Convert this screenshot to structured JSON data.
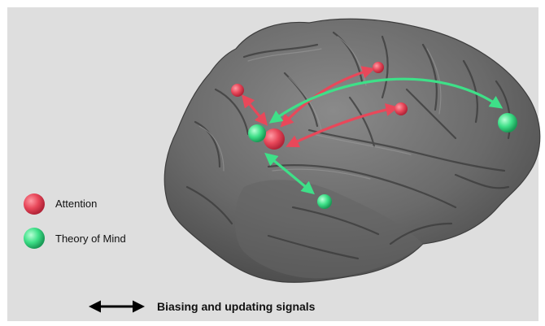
{
  "legend": {
    "items": [
      {
        "label": "Attention",
        "color": "#e8485a"
      },
      {
        "label": "Theory of Mind",
        "color": "#3ee088"
      }
    ],
    "signal_label": "Biasing and updating signals"
  },
  "colors": {
    "background_panel": "#dedede",
    "brain_surface": "#6e6e6e",
    "attention": "#e8485a",
    "theory_of_mind": "#3ee088",
    "arrow_legend": "#000000"
  }
}
